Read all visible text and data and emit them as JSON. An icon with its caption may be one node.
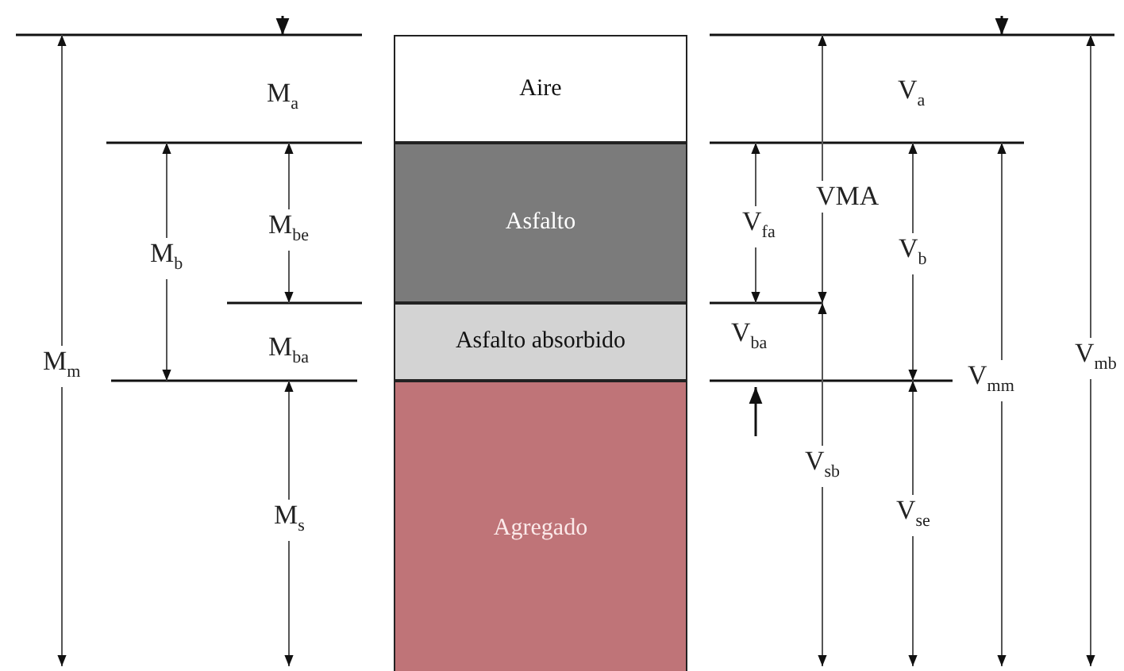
{
  "diagram": {
    "nodes": [
      {
        "text": [
          "Aire"
        ]
      },
      {
        "text": [
          "Asfalto"
        ]
      },
      {
        "text": [
          "Asfalto absorbido"
        ]
      },
      {
        "text": [
          "Agregado"
        ]
      }
    ],
    "labels": [
      "M$_{a}$",
      "V$_{a}$",
      "VMA",
      "M$_{be}$",
      "V$_{fa}$",
      "M$_{b}$",
      "V$_{b}$",
      "M$_{ba}$",
      "V$_{ba}$",
      "M$_{m}$",
      "V$_{mm}$",
      "V$_{mb}$",
      "V$_{sb}$",
      "M$_{s}$",
      "V$_{se}$"
    ]
  }
}
